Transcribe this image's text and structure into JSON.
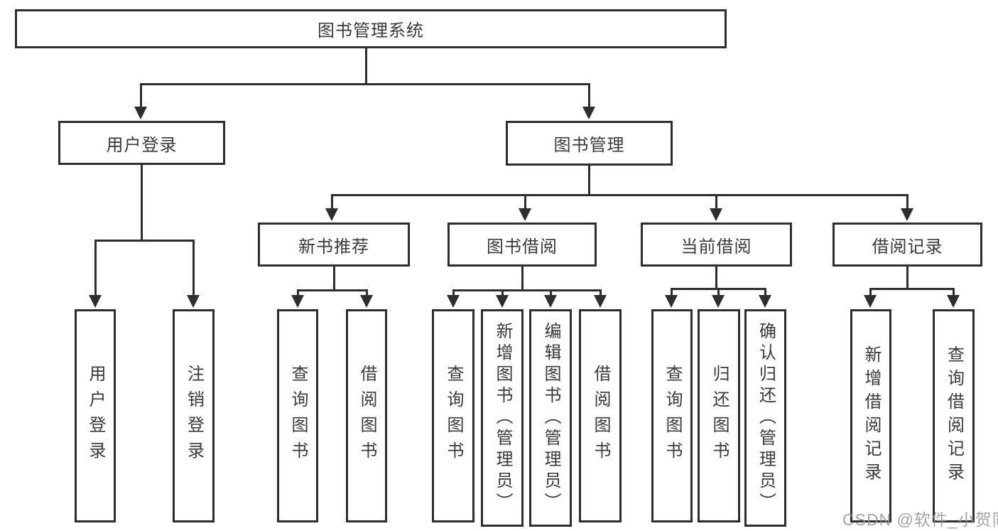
{
  "title": "图书管理系统",
  "colors": {
    "background": "#ffffff",
    "line": "#2e2e2e",
    "box_border": "#2e2e2e",
    "text": "#3a3a3a",
    "watermark": "#949494"
  },
  "watermark": {
    "text": "CSDN @软件_小贺同学"
  },
  "nodes": {
    "root": {
      "label": "图书管理系统"
    },
    "user_login": {
      "label": "用户登录"
    },
    "book_mgmt": {
      "label": "图书管理"
    },
    "user_login_leaf": {
      "label": "用户登录"
    },
    "logout_leaf": {
      "label": "注销登录"
    },
    "new_book_rec": {
      "label": "新书推荐"
    },
    "book_borrow": {
      "label": "图书借阅"
    },
    "current_borrow": {
      "label": "当前借阅"
    },
    "borrow_record": {
      "label": "借阅记录"
    },
    "nb_query": {
      "label": "查询图书"
    },
    "nb_borrow": {
      "label": "借阅图书"
    },
    "bb_query": {
      "label": "查询图书"
    },
    "bb_add": {
      "label": "新增图书（管理员）"
    },
    "bb_edit": {
      "label": "编辑图书（管理员）"
    },
    "bb_borrow": {
      "label": "借阅图书"
    },
    "cb_query": {
      "label": "查询图书"
    },
    "cb_return": {
      "label": "归还图书"
    },
    "cb_confirm": {
      "label": "确认归还（管理员）"
    },
    "br_add": {
      "label": "新增借阅记录"
    },
    "br_query": {
      "label": "查询借阅记录"
    }
  },
  "hierarchy": {
    "root": "图书管理系统",
    "children": [
      {
        "label": "用户登录",
        "children": [
          "用户登录",
          "注销登录"
        ]
      },
      {
        "label": "图书管理",
        "children": [
          {
            "label": "新书推荐",
            "children": [
              "查询图书",
              "借阅图书"
            ]
          },
          {
            "label": "图书借阅",
            "children": [
              "查询图书",
              "新增图书（管理员）",
              "编辑图书（管理员）",
              "借阅图书"
            ]
          },
          {
            "label": "当前借阅",
            "children": [
              "查询图书",
              "归还图书",
              "确认归还（管理员）"
            ]
          },
          {
            "label": "借阅记录",
            "children": [
              "新增借阅记录",
              "查询借阅记录"
            ]
          }
        ]
      }
    ]
  }
}
